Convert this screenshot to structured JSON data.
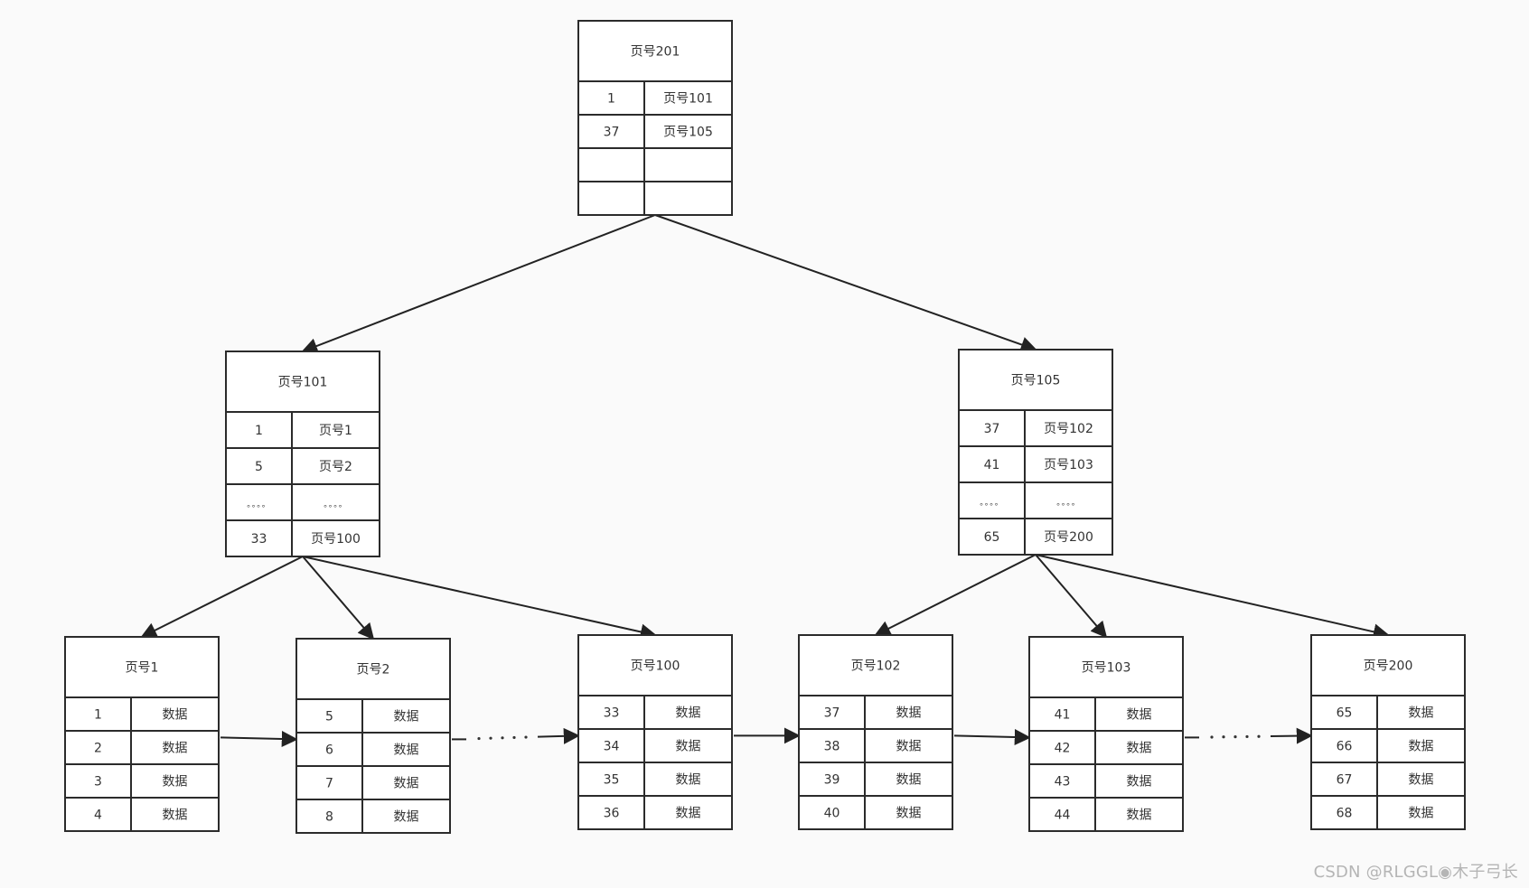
{
  "root": {
    "title": "页号201",
    "rows": [
      [
        "1",
        "页号101"
      ],
      [
        "37",
        "页号105"
      ],
      [
        "",
        ""
      ],
      [
        "",
        ""
      ]
    ]
  },
  "internal": [
    {
      "title": "页号101",
      "rows": [
        [
          "1",
          "页号1"
        ],
        [
          "5",
          "页号2"
        ],
        [
          "。。。。",
          "。。。。"
        ],
        [
          "33",
          "页号100"
        ]
      ]
    },
    {
      "title": "页号105",
      "rows": [
        [
          "37",
          "页号102"
        ],
        [
          "41",
          "页号103"
        ],
        [
          "。。。。",
          "。。。。"
        ],
        [
          "65",
          "页号200"
        ]
      ]
    }
  ],
  "leaves": [
    {
      "title": "页号1",
      "rows": [
        [
          "1",
          "数据"
        ],
        [
          "2",
          "数据"
        ],
        [
          "3",
          "数据"
        ],
        [
          "4",
          "数据"
        ]
      ]
    },
    {
      "title": "页号2",
      "rows": [
        [
          "5",
          "数据"
        ],
        [
          "6",
          "数据"
        ],
        [
          "7",
          "数据"
        ],
        [
          "8",
          "数据"
        ]
      ]
    },
    {
      "title": "页号100",
      "rows": [
        [
          "33",
          "数据"
        ],
        [
          "34",
          "数据"
        ],
        [
          "35",
          "数据"
        ],
        [
          "36",
          "数据"
        ]
      ]
    },
    {
      "title": "页号102",
      "rows": [
        [
          "37",
          "数据"
        ],
        [
          "38",
          "数据"
        ],
        [
          "39",
          "数据"
        ],
        [
          "40",
          "数据"
        ]
      ]
    },
    {
      "title": "页号103",
      "rows": [
        [
          "41",
          "数据"
        ],
        [
          "42",
          "数据"
        ],
        [
          "43",
          "数据"
        ],
        [
          "44",
          "数据"
        ]
      ]
    },
    {
      "title": "页号200",
      "rows": [
        [
          "65",
          "数据"
        ],
        [
          "66",
          "数据"
        ],
        [
          "67",
          "数据"
        ],
        [
          "68",
          "数据"
        ]
      ]
    }
  ],
  "ellipsis": "。。。。",
  "watermark": "CSDN @RLGGL◉木子弓长"
}
